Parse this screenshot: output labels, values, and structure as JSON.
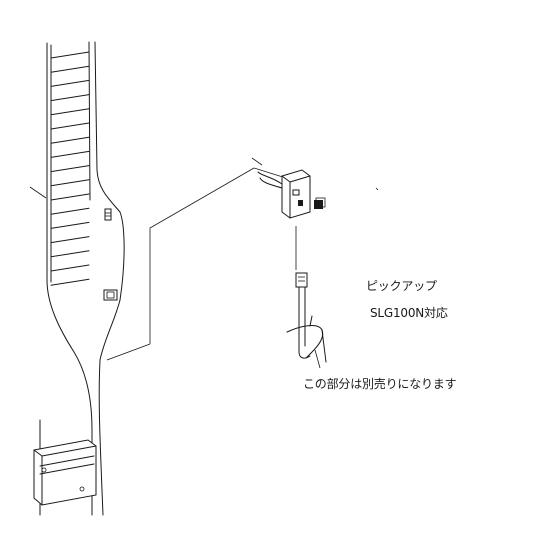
{
  "labels": {
    "pickup": "ピックアップ",
    "model": "SLG100N対応",
    "note": "この部分は別売りになります"
  },
  "colors": {
    "line": "#1a1a1a",
    "background": "#ffffff"
  }
}
